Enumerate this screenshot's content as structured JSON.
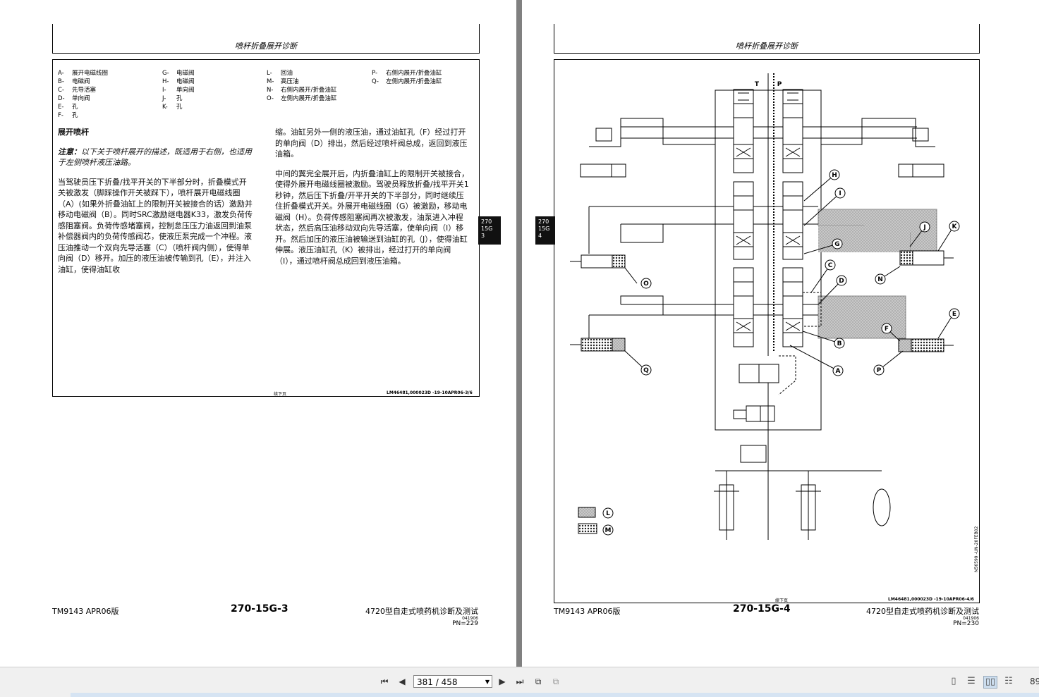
{
  "left_page": {
    "header_title": "喷杆折叠展开诊断",
    "legend": [
      [
        {
          "k": "A-",
          "v": "展开电磁线圈"
        },
        {
          "k": "B-",
          "v": "电磁阀"
        },
        {
          "k": "C-",
          "v": "先导活塞"
        },
        {
          "k": "D-",
          "v": "单向阀"
        },
        {
          "k": "E-",
          "v": "孔"
        },
        {
          "k": "F-",
          "v": "孔"
        }
      ],
      [
        {
          "k": "G-",
          "v": "电磁阀"
        },
        {
          "k": "H-",
          "v": "电磁阀"
        },
        {
          "k": "I-",
          "v": "单向阀"
        },
        {
          "k": "J-",
          "v": "孔"
        },
        {
          "k": "K-",
          "v": "孔"
        }
      ],
      [
        {
          "k": "L-",
          "v": "回油"
        },
        {
          "k": "M-",
          "v": "高压油"
        },
        {
          "k": "N-",
          "v": "右侧内展开/折叠油缸"
        },
        {
          "k": "O-",
          "v": "左侧内展开/折叠油缸"
        }
      ],
      [
        {
          "k": "P-",
          "v": "右侧内展开/折叠油缸"
        },
        {
          "k": "Q-",
          "v": "左侧内展开/折叠油缸"
        }
      ]
    ],
    "section_title": "展开喷杆",
    "note_label": "注意：",
    "note_text": "以下关于喷杆展开的描述，既适用于右侧，也适用于左侧喷杆液压油路。",
    "para1": "当驾驶员压下折叠/找平开关的下半部分时，折叠模式开关被激发（脚踩操作开关被踩下），喷杆展开电磁线圈（A）(如果外折叠油缸上的限制开关被接合的话）激励并移动电磁阀（B）。同时SRC激励继电器K33，激发负荷传感阻塞阀。负荷传感堵塞阀，控制怠压压力油返回到油泵补偿器阀内的负荷传感阀芯，使液压泵完成一个冲程。液压油推动一个双向先导活塞（C）（喷杆阀内侧），使得单向阀（D）移开。加压的液压油被传输到孔（E），并注入油缸，使得油缸收",
    "para2": "缩。油缸另外一侧的液压油，通过油缸孔（F）经过打开的单向阀（D）排出，然后经过喷杆阀总成，返回到液压油箱。",
    "para3": "中间的翼完全展开后，内折叠油缸上的限制开关被接合，使得外展开电磁线圈被激励。驾驶员释放折叠/找平开关1秒钟，然后压下折叠/开平开关的下半部分，同时继续压住折叠模式开关。外展开电磁线圈（G）被激励，移动电磁阀（H）。负荷传感阻塞阀再次被激发，油泵进入冲程状态，然后高压油移动双向先导活塞，使单向阀（I）移开。然后加压的液压油被输送到油缸的孔（J），使得油缸伸展。液压油缸孔（K）被排出，经过打开的单向阀（I），通过喷杆阀总成回到液压油箱。",
    "continued": "续下页",
    "ref_code": "LM46481,000023D -19-10APR06-3/6",
    "tab": [
      "270",
      "15G",
      "3"
    ],
    "footer_left": "TM9143 APR06版",
    "footer_center": "270-15G-3",
    "footer_right": "4720型自走式喷药机诊断及测试",
    "footer_date": "041906",
    "footer_pn": "PN=229"
  },
  "right_page": {
    "header_title": "喷杆折叠展开诊断",
    "tab": [
      "270",
      "15G",
      "4"
    ],
    "diagram_labels": [
      "T",
      "P",
      "H",
      "I",
      "J",
      "K",
      "G",
      "N",
      "O",
      "C",
      "D",
      "E",
      "F",
      "B",
      "A",
      "P",
      "Q",
      "L",
      "M"
    ],
    "figure_id": "N56599 -UN-20FEB02",
    "continued": "续下页",
    "ref_code": "LM46481,000023D -19-10APR06-4/6",
    "footer_left": "TM9143 APR06版",
    "footer_center": "270-15G-4",
    "footer_right": "4720型自走式喷药机诊断及测试",
    "footer_date": "041906",
    "footer_pn": "PN=230"
  },
  "toolbar": {
    "page_indicator": "381 / 458",
    "zoom": "89"
  }
}
